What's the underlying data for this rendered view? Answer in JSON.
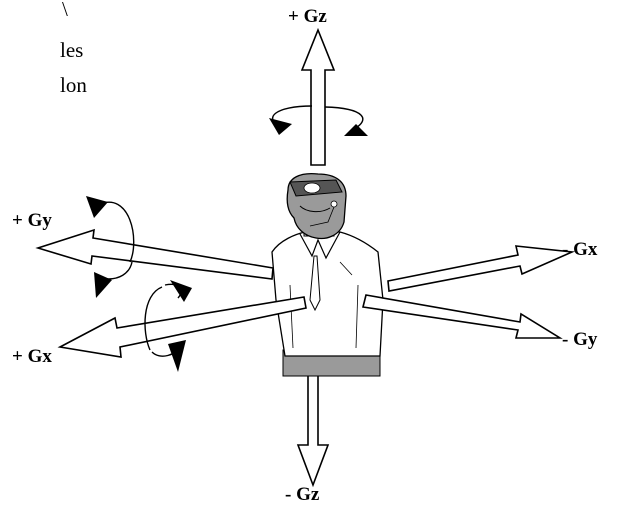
{
  "fragment_text": {
    "line1": "\\",
    "line2": "les",
    "line3": "lon"
  },
  "axes": {
    "plus_gz": "+ Gz",
    "minus_gz": "- Gz",
    "plus_gy": "+ Gy",
    "minus_gy": "- Gy",
    "plus_gx": "+ Gx",
    "minus_gx": "- Gx"
  },
  "colors": {
    "arrow_fill": "#ffffff",
    "outline": "#000000",
    "figure_gray": "#9a9a9a"
  },
  "icons": [
    "pilot-figure",
    "rotation-arrow"
  ]
}
